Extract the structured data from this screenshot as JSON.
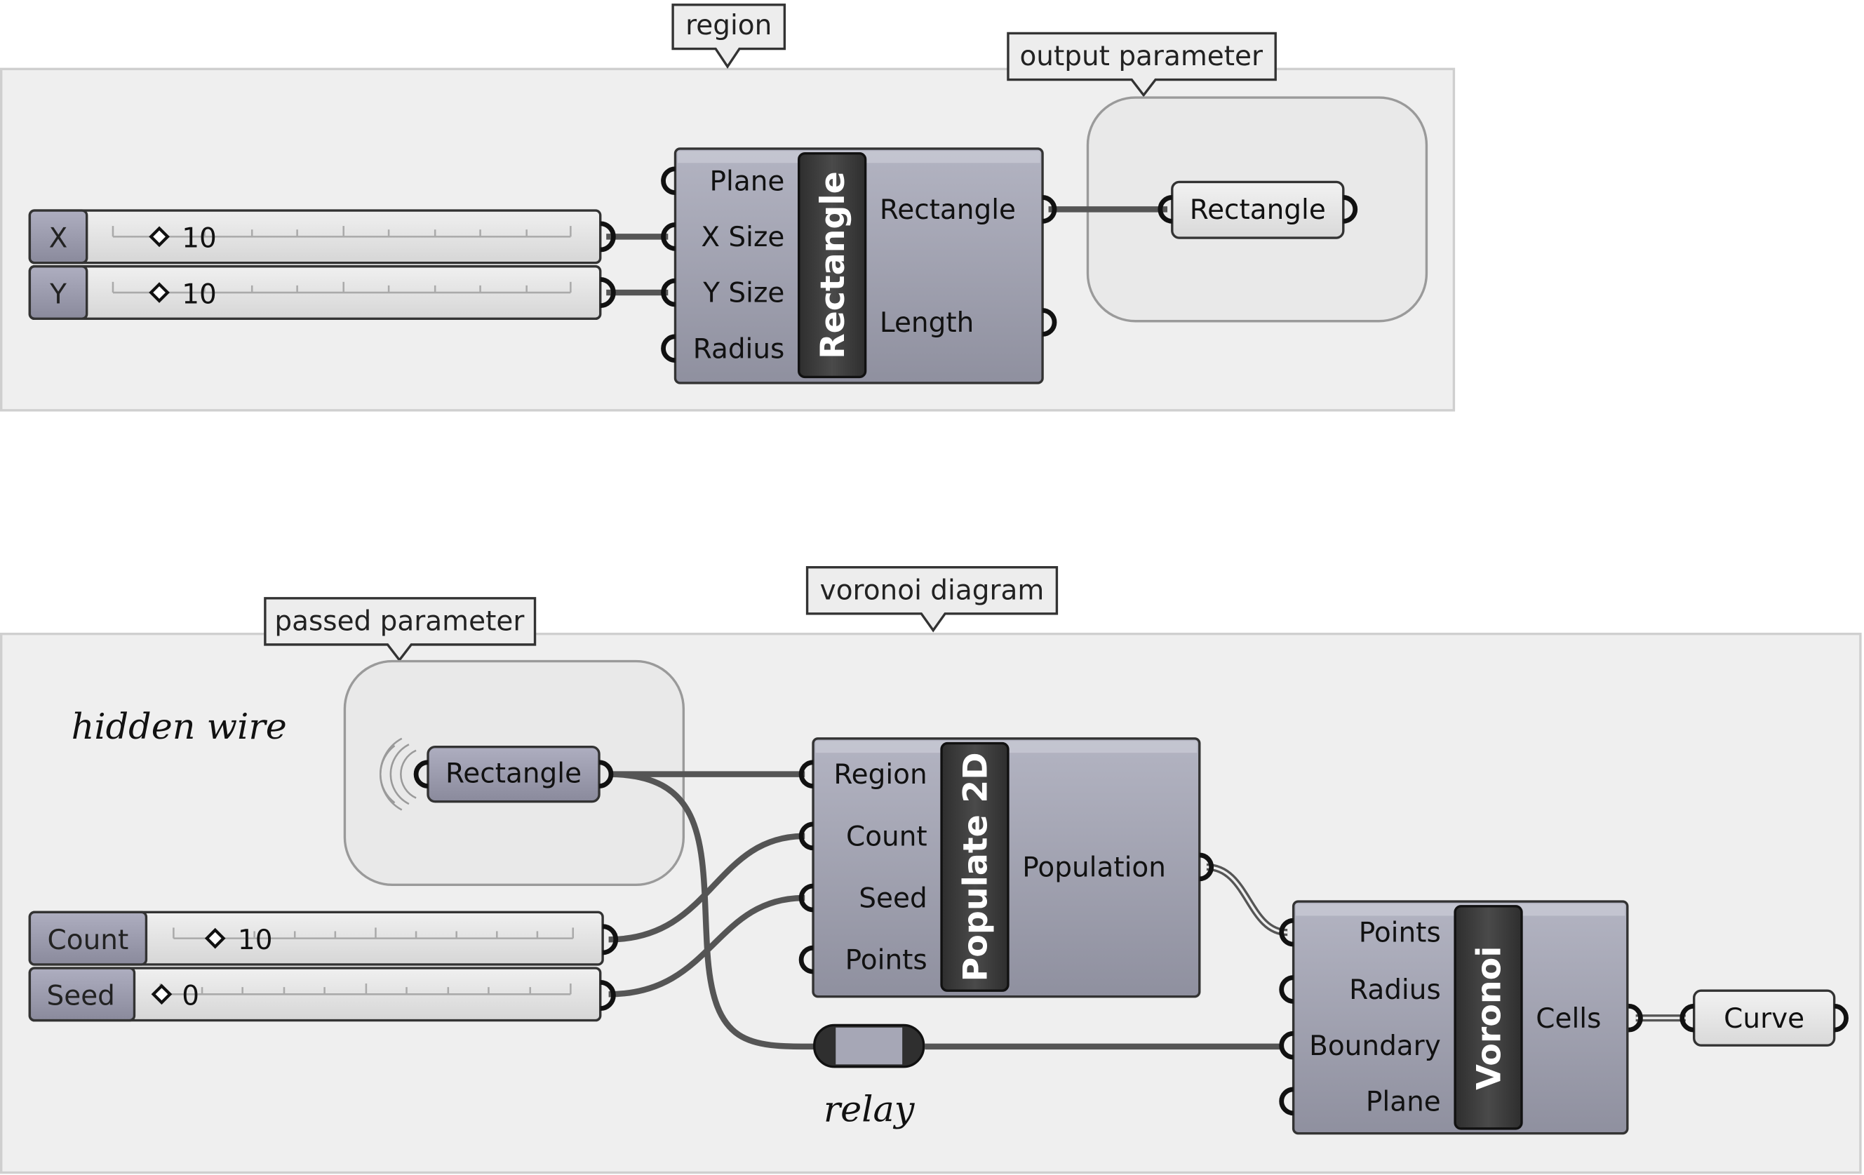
{
  "groups": {
    "region": {
      "label": "region"
    },
    "output_parameter": {
      "label": "output parameter"
    },
    "passed_parameter": {
      "label": "passed parameter"
    },
    "voronoi_diagram": {
      "label": "voronoi diagram"
    }
  },
  "sliders": {
    "x": {
      "name": "X",
      "value": "10"
    },
    "y": {
      "name": "Y",
      "value": "10"
    },
    "count": {
      "name": "Count",
      "value": "10"
    },
    "seed": {
      "name": "Seed",
      "value": "0"
    }
  },
  "rectangle_component": {
    "title": "Rectangle",
    "inputs": [
      "Plane",
      "X Size",
      "Y Size",
      "Radius"
    ],
    "outputs": [
      "Rectangle",
      "Length"
    ]
  },
  "output_param": {
    "label": "Rectangle"
  },
  "passed_param": {
    "label": "Rectangle"
  },
  "populate_component": {
    "title": "Populate 2D",
    "inputs": [
      "Region",
      "Count",
      "Seed",
      "Points"
    ],
    "outputs": [
      "Population"
    ]
  },
  "voronoi_component": {
    "title": "Voronoi",
    "inputs": [
      "Points",
      "Radius",
      "Boundary",
      "Plane"
    ],
    "outputs": [
      "Cells"
    ]
  },
  "curve_param": {
    "label": "Curve"
  },
  "notes": {
    "hidden_wire": "hidden wire",
    "relay": "relay"
  },
  "colors": {
    "canvas_group": "#efefef",
    "component_body": "#9fa0b0",
    "title_bar": "#3d3d3d",
    "wire": "#555555",
    "slider_body": "#e4e4e4",
    "slider_name": "#9d9db0"
  }
}
